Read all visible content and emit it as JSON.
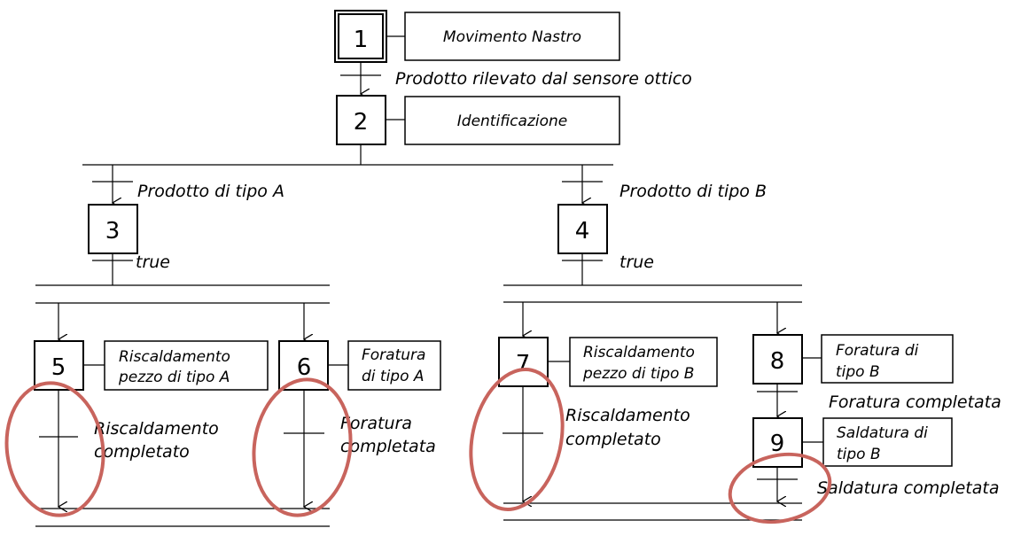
{
  "steps": {
    "s1": "1",
    "s2": "2",
    "s3": "3",
    "s4": "4",
    "s5": "5",
    "s6": "6",
    "s7": "7",
    "s8": "8",
    "s9": "9"
  },
  "actions": {
    "a1": "Movimento Nastro",
    "a2": "Identificazione",
    "a5": [
      "Riscaldamento",
      "pezzo di tipo A"
    ],
    "a6": [
      "Foratura",
      "di tipo A"
    ],
    "a7": [
      "Riscaldamento",
      "pezzo di tipo B"
    ],
    "a8": [
      "Foratura di",
      "tipo B"
    ],
    "a9": [
      "Saldatura di",
      "tipo B"
    ]
  },
  "transitions": {
    "t1": "Prodotto rilevato dal sensore ottico",
    "tA": "Prodotto di tipo A",
    "tB": "Prodotto di tipo B",
    "t3": "true",
    "t4": "true",
    "t5": [
      "Riscaldamento",
      "completato"
    ],
    "t6": [
      "Foratura",
      "completata"
    ],
    "t7": [
      "Riscaldamento",
      "completato"
    ],
    "t8": "Foratura completata",
    "t9": "Saldatura completata"
  },
  "colors": {
    "highlight": "#c8645d",
    "line": "#000000"
  }
}
